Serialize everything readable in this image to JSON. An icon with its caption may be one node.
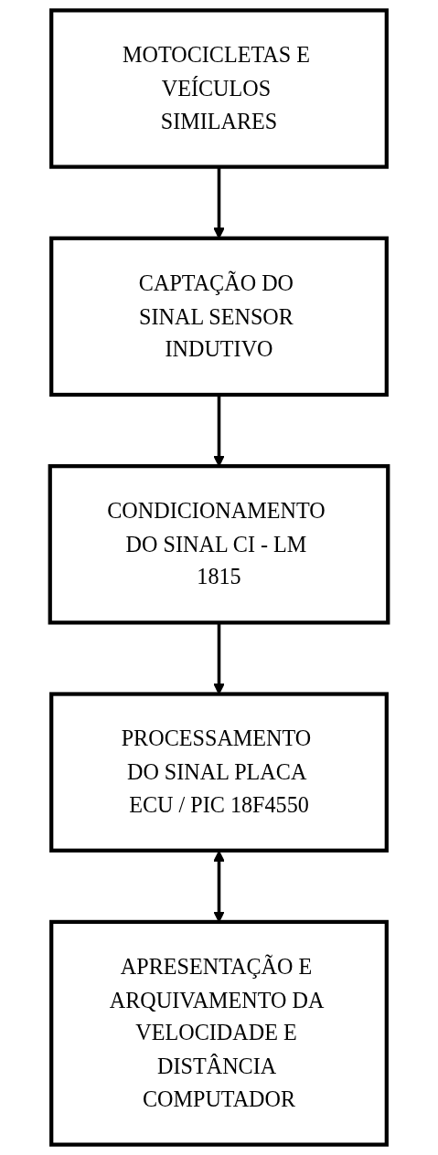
{
  "diagram": {
    "nodes": [
      {
        "text": [
          "MOTOCICLETAS E VEÍCULOS SIMILARES"
        ]
      },
      {
        "text": [
          "CAPTAÇÃO DO SINAL SENSOR INDUTIVO"
        ]
      },
      {
        "text": [
          "CONDICIONAMENTO DO SINAL CI - LM 1815"
        ]
      },
      {
        "text": [
          "PROCESSAMENTO DO SINAL PLACA ECU / PIC 18F4550"
        ]
      },
      {
        "text": [
          "APRESENTAÇÃO E ARQUIVAMENTO DA VELOCIDADE E DISTÂNCIA COMPUTADOR"
        ]
      }
    ],
    "edges": [
      {
        "from": 0,
        "to": 1,
        "arrow": "to"
      },
      {
        "from": 1,
        "to": 2,
        "arrow": "to"
      },
      {
        "from": 2,
        "to": 3,
        "arrow": "to"
      },
      {
        "from": 3,
        "to": 4,
        "arrow": "both"
      }
    ]
  }
}
